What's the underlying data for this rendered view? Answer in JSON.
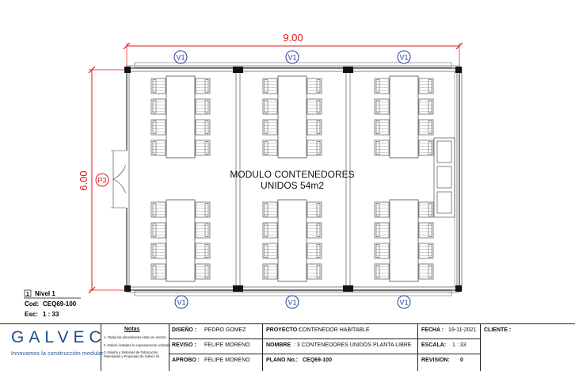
{
  "dimensions": {
    "width": "9.00",
    "height": "6.00"
  },
  "labels": {
    "window_tag": "V1",
    "door_tag": "P3",
    "center_line1": "MODULO CONTENEDORES",
    "center_line2": "UNIDOS 54m2"
  },
  "view": {
    "number": "1",
    "name": "Nivel 1",
    "cod_label": "Cod:",
    "cod_value": "CEQ69-100",
    "esc_label": "Esc:",
    "esc_value": "1 : 33"
  },
  "titleblock": {
    "logo_text": "GALVEC",
    "logo_tagline": "Innovamos la construcción modular",
    "notes_title": "Notas",
    "notes": [
      "1.-Todas las dimensiones estan en metros.",
      "2.-Galvec instalara lo expresamente cotizado.",
      "3.-Diseño y Sistemas de Fabricación Patentados y Propiedad de Galvec s/l."
    ],
    "diseno_label": "DISEÑO :",
    "diseno_value": "PEDRO GOMEZ",
    "reviso_label": "REVISO :",
    "reviso_value": "FELIPE MORENO",
    "aprobo_label": "APROBO :",
    "aprobo_value": "FELIPE MORENO",
    "proyecto_label": "PROYECTO :",
    "proyecto_value": "CONTENEDOR HABITABLE",
    "nombre_label": "NOMBRE",
    "nombre_value": ": 3 CONTENEDORES UNIDOS PLANTA LIBRE",
    "plano_label": "PLANO No.:",
    "plano_value": "CEQ69-100",
    "fecha_label": "FECHA :",
    "fecha_value": "19-11-2021",
    "escala_label": "ESCALA:",
    "escala_value": "1 : 33",
    "revision_label": "REVISION:",
    "revision_value": "0",
    "cliente_label": "CLIENTE :"
  }
}
